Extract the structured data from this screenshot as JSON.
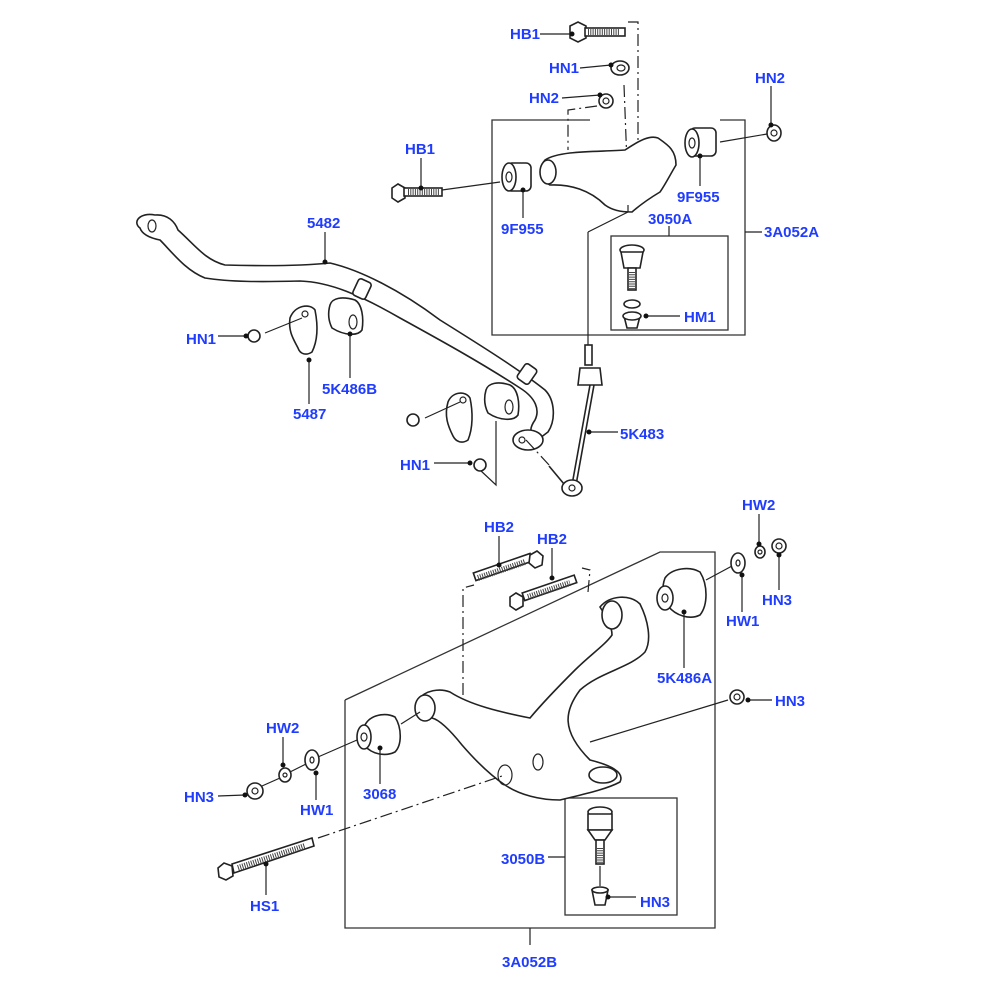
{
  "diagram": {
    "title": "Front suspension exploded parts diagram",
    "label_color": "#1f3cff",
    "line_color": "#222222",
    "labels": {
      "hb1_top": "HB1",
      "hn1_top": "HN1",
      "hn2_top_left": "HN2",
      "hn2_top_right": "HN2",
      "hb1_left": "HB1",
      "bushing_9f955_left": "9F955",
      "bushing_9f955_right": "9F955",
      "ball_joint_upper": "3050A",
      "upper_arm_assembly": "3A052A",
      "hm1": "HM1",
      "stabilizer_bar": "5482",
      "hn1_left": "HN1",
      "clamp": "5487",
      "bushing_5k486b": "5K486B",
      "hn1_lower": "HN1",
      "link": "5K483",
      "hb2_left": "HB2",
      "hb2_right": "HB2",
      "hw2_right": "HW2",
      "hn3_right_top": "HN3",
      "hw1_right": "HW1",
      "bushing_5k486a": "5K486A",
      "hn3_right_mid": "HN3",
      "hw2_left": "HW2",
      "hn3_left": "HN3",
      "hw1_left": "HW1",
      "bushing_3068": "3068",
      "hs1": "HS1",
      "ball_joint_lower": "3050B",
      "hn3_ball_joint": "HN3",
      "lower_arm_assembly": "3A052B"
    }
  }
}
